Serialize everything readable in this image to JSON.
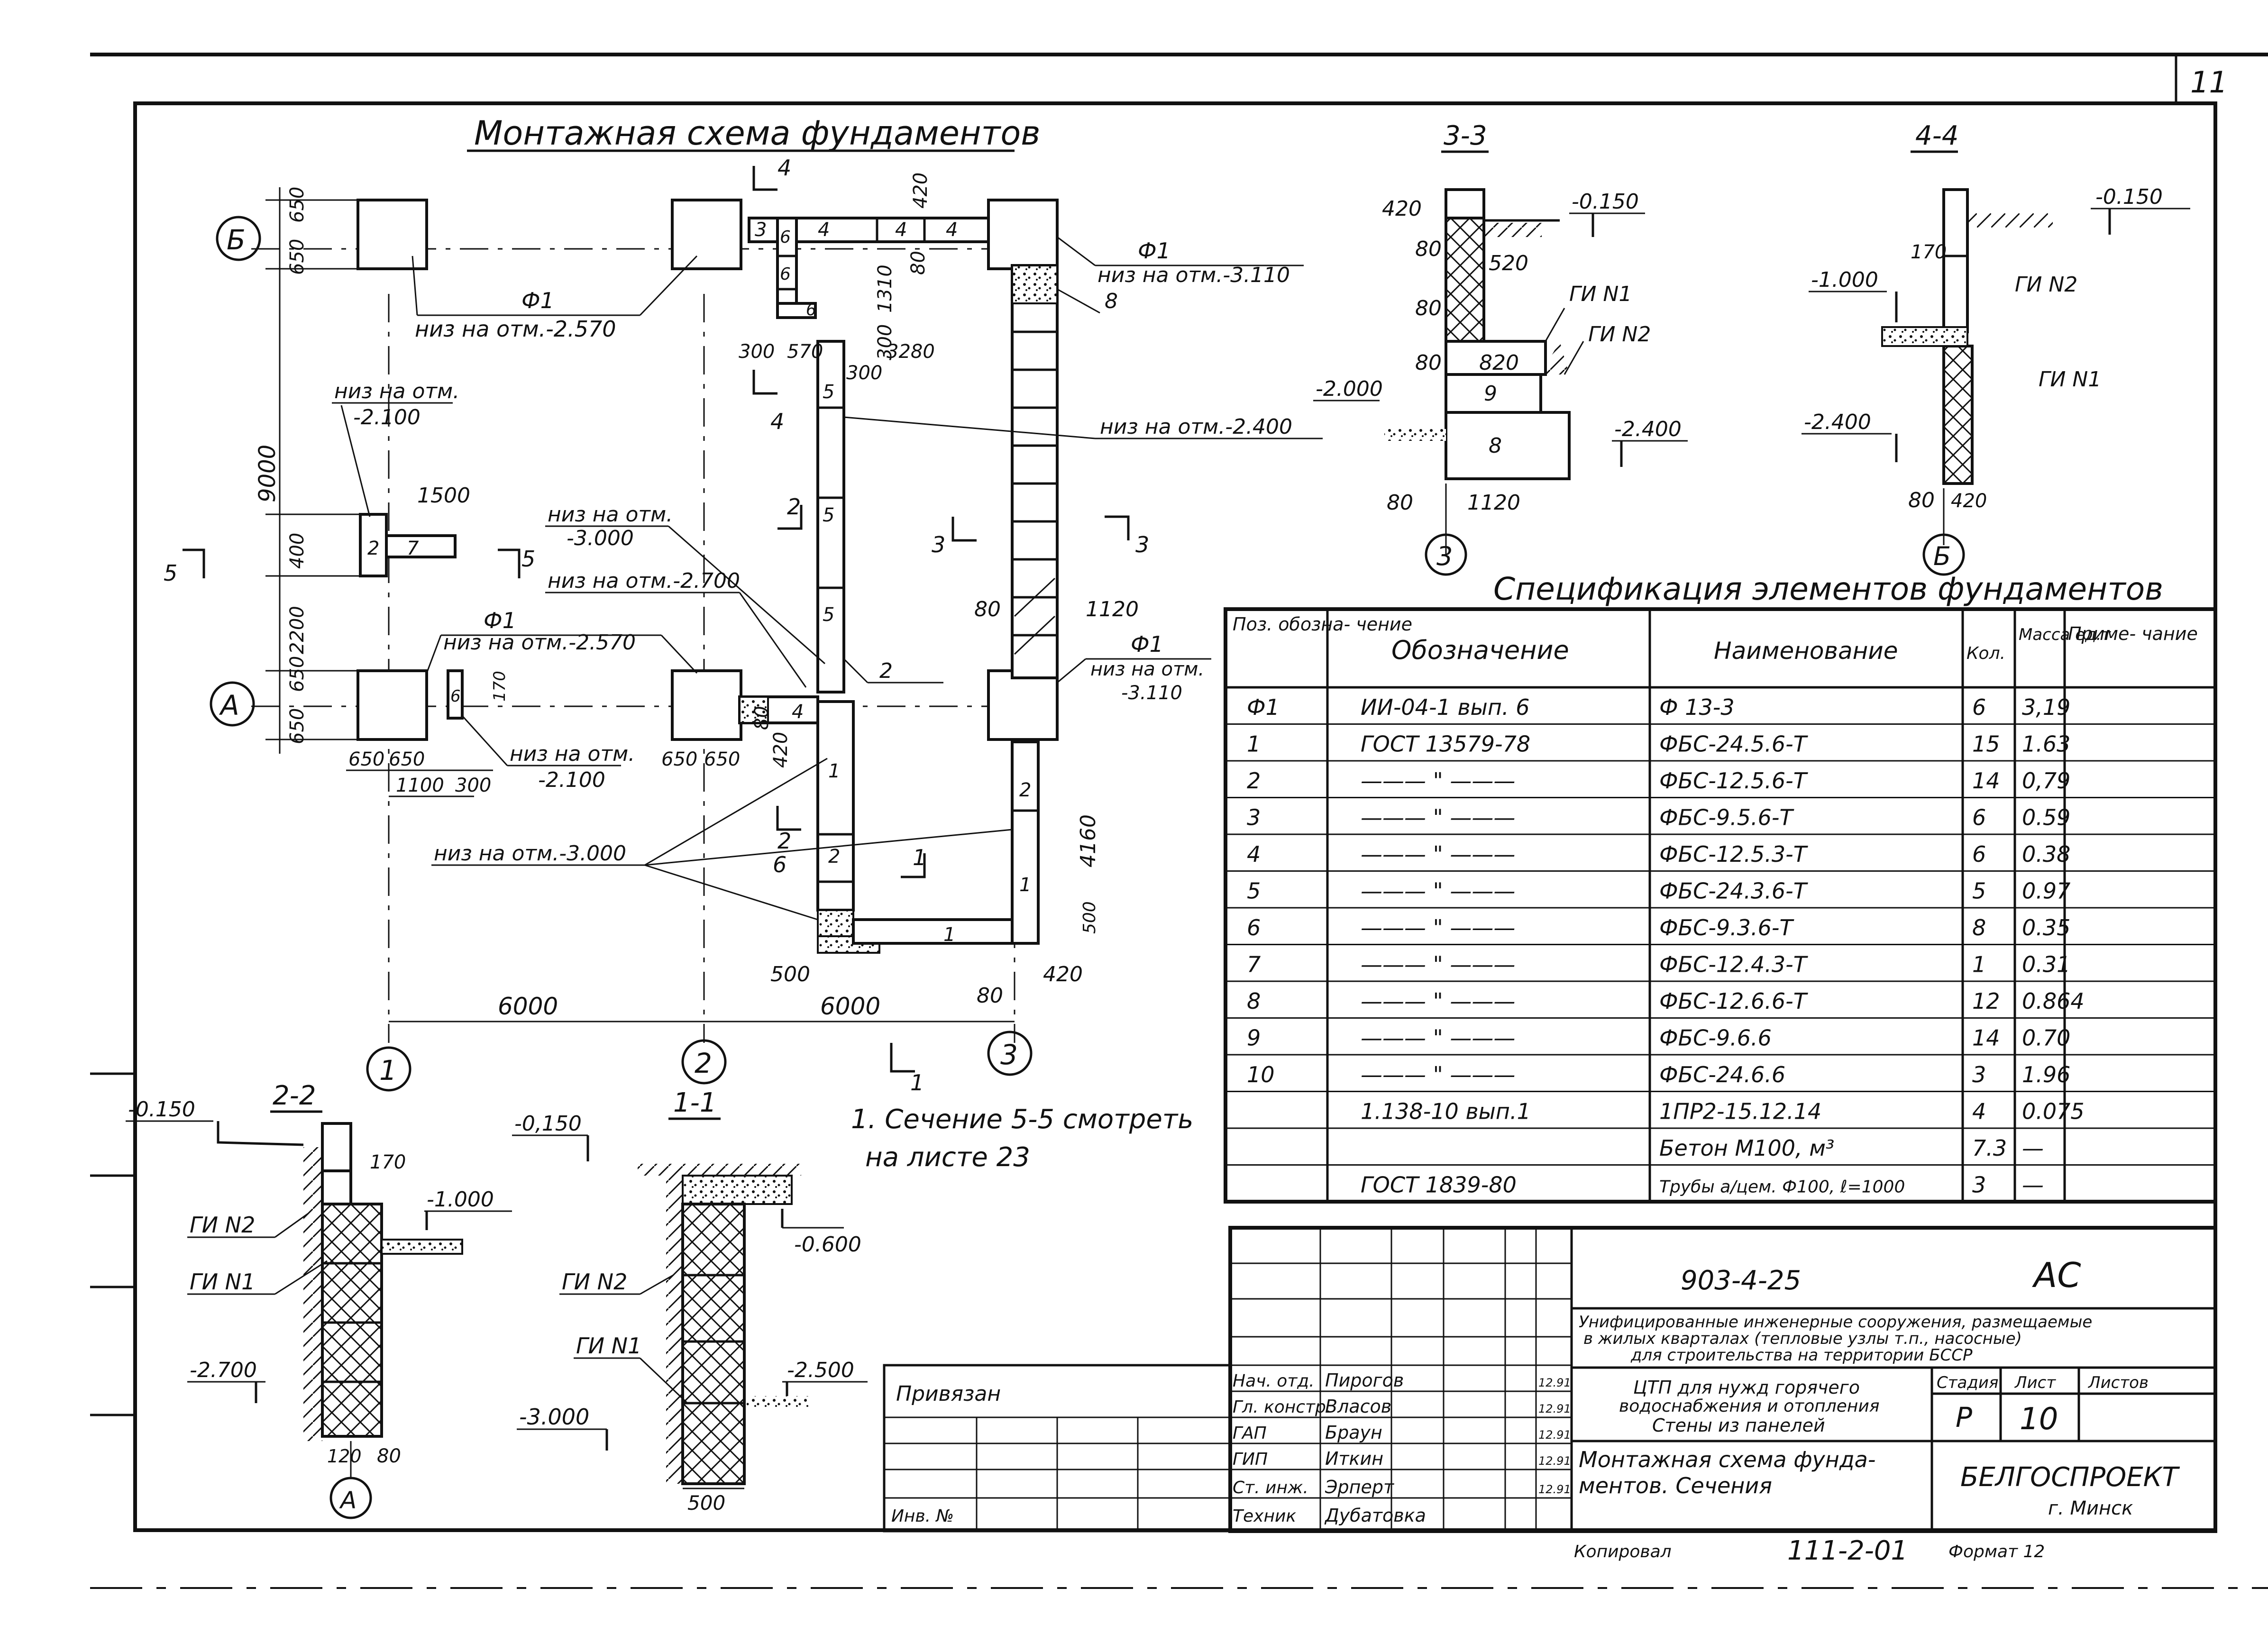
{
  "sheet_number": "11",
  "plan": {
    "title": "Монтажная схема фундаментов",
    "axes_rows": [
      "Б",
      "А"
    ],
    "axes_cols": [
      "1",
      "2",
      "3"
    ],
    "dims": {
      "d650": "650",
      "d9000": "9000",
      "d2200": "2200",
      "d400": "400",
      "d1500": "1500",
      "d1100": "1100",
      "d300": "300",
      "d6000": "6000",
      "d420": "420",
      "d1310": "1310",
      "d3280": "3280",
      "d570": "570",
      "d80": "80",
      "d1120": "1120",
      "d4160": "4160",
      "d500": "500",
      "d170": "170"
    },
    "labels": {
      "f1": "Ф1",
      "niz_2570": "низ на отм.-2.570",
      "niz_3110": "низ на отм.-3.110",
      "niz_3110b": "-3.110",
      "niz_otm": "низ на отм.",
      "niz_2100": "-2.100",
      "niz_3000": "-3.000",
      "niz_2700": "низ на отм.-2.700",
      "niz_2400": "низ на отм.-2.400",
      "niz_3000b": "низ на отм.-3.000",
      "niz_na_otm_short": "низ на отм."
    },
    "section_marks": [
      "1",
      "2",
      "3",
      "4",
      "5"
    ],
    "blocks": [
      "1",
      "2",
      "3",
      "4",
      "5",
      "6",
      "7",
      "8"
    ]
  },
  "note": {
    "line1": "1. Сечение 5-5 смотреть",
    "line2": "на листе 23"
  },
  "sections": {
    "s33": {
      "title": "3-3",
      "m0150": "-0.150",
      "m2000": "-2.000",
      "m2400": "-2.400",
      "d420": "420",
      "d80": "80",
      "d520": "520",
      "d820": "820",
      "d1120": "1120",
      "gi1": "ГИ N1",
      "gi2": "ГИ N2",
      "b9": "9",
      "b8": "8",
      "axis": "3"
    },
    "s44": {
      "title": "4-4",
      "m0150": "-0.150",
      "m1000": "-1.000",
      "m2400": "-2.400",
      "d170": "170",
      "d80": "80",
      "d420": "420",
      "gi1": "ГИ N1",
      "gi2": "ГИ N2",
      "axis": "Б"
    },
    "s22": {
      "title": "2-2",
      "m0150": "-0.150",
      "m1000": "-1.000",
      "m2700": "-2.700",
      "d170": "170",
      "d120": "120",
      "d80": "80",
      "gi1": "ГИ N1",
      "gi2": "ГИ N2",
      "axis": "А"
    },
    "s11": {
      "title": "1-1",
      "m0150": "-0,150",
      "m0600": "-0.600",
      "m2500": "-2.500",
      "m3000": "-3.000",
      "d500": "500",
      "gi1": "ГИ N1",
      "gi2": "ГИ N2"
    }
  },
  "spec": {
    "title": "Спецификация элементов фундаментов",
    "headers": [
      "Поз. обозна- чение",
      "Обозначение",
      "Наименование",
      "Кол.",
      "Масса ед.т",
      "Приме- чание"
    ],
    "rows": [
      [
        "Ф1",
        "ИИ-04-1 вып. 6",
        "Ф 13-3",
        "6",
        "3,19",
        ""
      ],
      [
        "1",
        "ГОСТ 13579-78",
        "ФБС-24.5.6-Т",
        "15",
        "1.63",
        ""
      ],
      [
        "2",
        "——— \" ———",
        "ФБС-12.5.6-Т",
        "14",
        "0,79",
        ""
      ],
      [
        "3",
        "——— \" ———",
        "ФБС-9.5.6-Т",
        "6",
        "0.59",
        ""
      ],
      [
        "4",
        "——— \" ———",
        "ФБС-12.5.3-Т",
        "6",
        "0.38",
        ""
      ],
      [
        "5",
        "——— \" ———",
        "ФБС-24.3.6-Т",
        "5",
        "0.97",
        ""
      ],
      [
        "6",
        "——— \" ———",
        "ФБС-9.3.6-Т",
        "8",
        "0.35",
        ""
      ],
      [
        "7",
        "——— \" ———",
        "ФБС-12.4.3-Т",
        "1",
        "0.31",
        ""
      ],
      [
        "8",
        "——— \" ———",
        "ФБС-12.6.6-Т",
        "12",
        "0.864",
        ""
      ],
      [
        "9",
        "——— \" ———",
        "ФБС-9.6.6",
        "14",
        "0.70",
        ""
      ],
      [
        "10",
        "——— \" ———",
        "ФБС-24.6.6",
        "3",
        "1.96",
        ""
      ],
      [
        "",
        "1.138-10 вып.1",
        "1ПР2-15.12.14",
        "4",
        "0.075",
        ""
      ],
      [
        "",
        "",
        "Бетон М100, м³",
        "7.3",
        "—",
        ""
      ],
      [
        "",
        "ГОСТ 1839-80",
        "Трубы а/цем. Ф100, ℓ=1000",
        "3",
        "—",
        ""
      ]
    ]
  },
  "title_block": {
    "code": "903-4-25",
    "mark": "АС",
    "desc1": "Унифицированные инженерные сооружения, размещаемые",
    "desc2": "в жилых кварталах (тепловые узлы т.п., насосные)",
    "desc3": "для строительства на территории БССР",
    "obj1": "ЦТП для нужд горячего",
    "obj2": "водоснабжения и отопления",
    "obj3": "Стены из панелей",
    "drawing1": "Монтажная схема фунда-",
    "drawing2": "ментов. Сечения",
    "stage_h": "Стадия",
    "sheet_h": "Лист",
    "sheets_h": "Листов",
    "stage": "Р",
    "sheet": "10",
    "org": "БЕЛГОСПРОЕКТ",
    "city": "г. Минск",
    "privyazan": "Привязан",
    "inv": "Инв. №",
    "people": [
      {
        "role": "Нач. отд.",
        "name": "Пирогов",
        "date": "12.91"
      },
      {
        "role": "Гл. констр.",
        "name": "Власов",
        "date": "12.91"
      },
      {
        "role": "ГАП",
        "name": "Браун",
        "date": "12.91"
      },
      {
        "role": "ГИП",
        "name": "Иткин",
        "date": "12.91"
      },
      {
        "role": "Ст. инж.",
        "name": "Эрперт",
        "date": "12.91"
      },
      {
        "role": "Техник",
        "name": "Дубатовка",
        "date": ""
      }
    ],
    "kopiroval": "Копировал",
    "copy_no": "111-2-01",
    "format": "Формат 12"
  }
}
